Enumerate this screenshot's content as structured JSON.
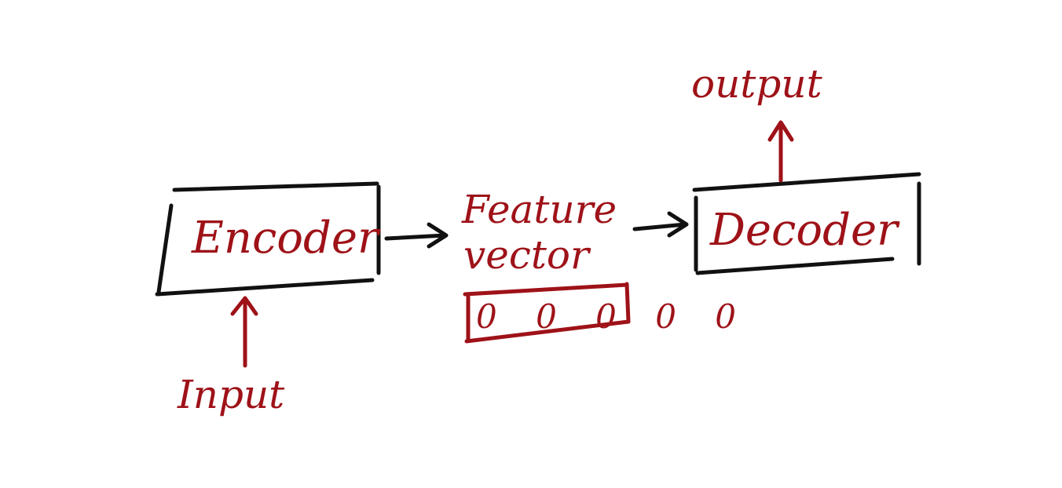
{
  "diagram": {
    "encoder_label": "Encoder",
    "decoder_label": "Decoder",
    "feature_label_line1": "Feature",
    "feature_label_line2": "vector",
    "vector_values": "0 0 0 0 0",
    "input_label": "Input",
    "output_label": "output",
    "colors": {
      "ink": "#111111",
      "accent": "#9e1218"
    }
  }
}
